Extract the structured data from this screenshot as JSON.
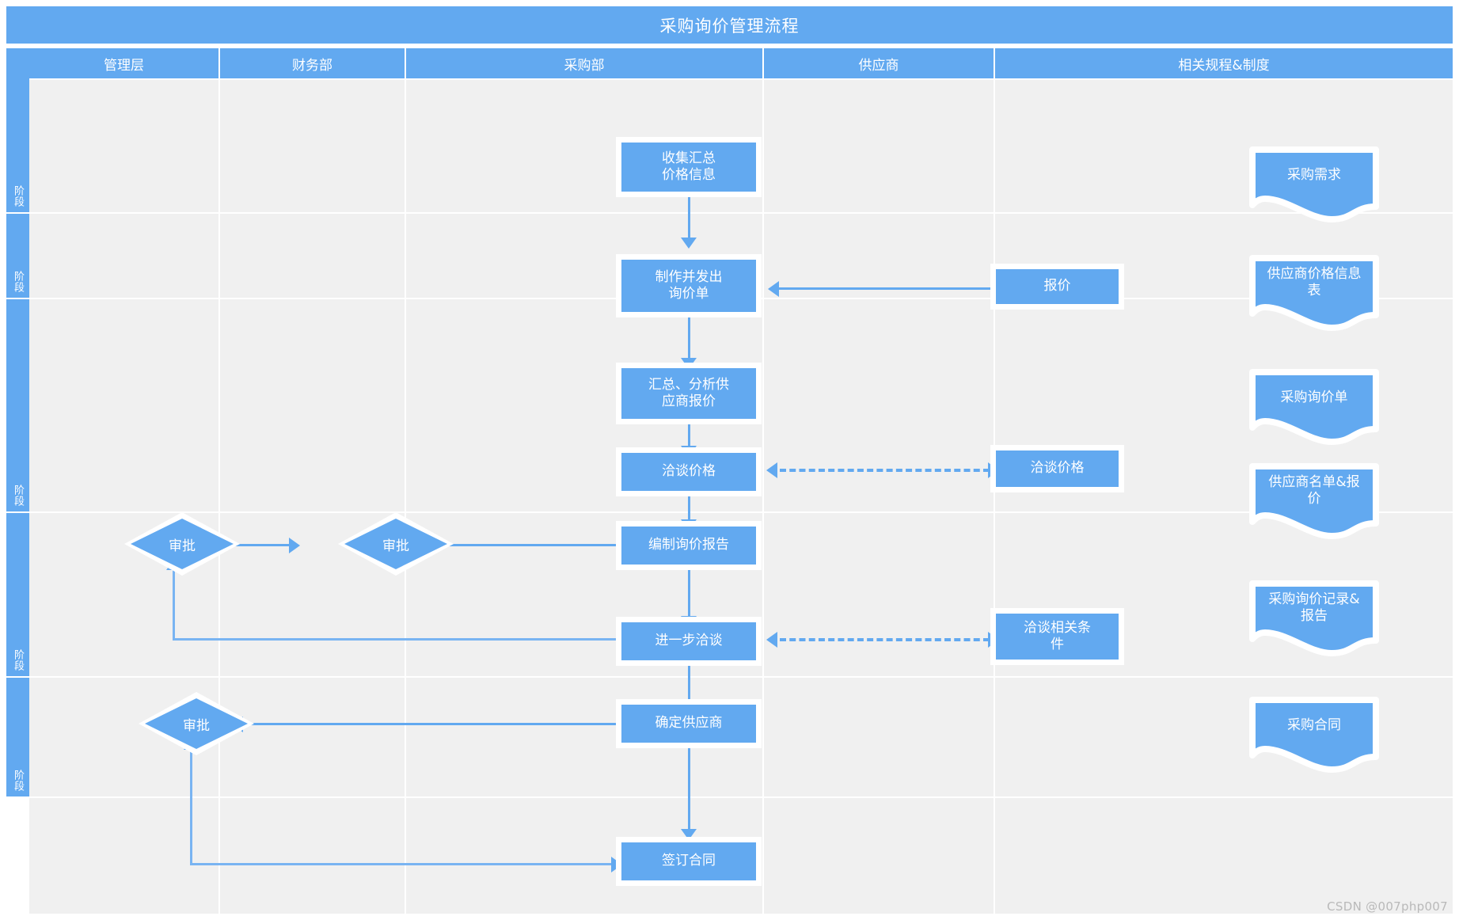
{
  "diagram": {
    "title": "采购询价管理流程",
    "watermark": "CSDN @007php007",
    "accent_color": "#62a9f0",
    "lane_color": "#f0f0f0",
    "page_color": "#ffffff"
  },
  "columns": [
    {
      "key": "management",
      "label": "管理层"
    },
    {
      "key": "finance",
      "label": "财务部"
    },
    {
      "key": "purchasing",
      "label": "采购部"
    },
    {
      "key": "supplier",
      "label": "供应商"
    },
    {
      "key": "documents",
      "label": "相关规程&制度"
    }
  ],
  "stages": [
    {
      "label": "阶段"
    },
    {
      "label": "阶段"
    },
    {
      "label": "阶段"
    },
    {
      "label": "阶段"
    },
    {
      "label": "阶段"
    }
  ],
  "nodes": {
    "collect_price_info": "收集汇总\n价格信息",
    "make_send_inquiry": "制作并发出\n询价单",
    "summarize_analyze": "汇总、分析供\n应商报价",
    "negotiate_price": "洽谈价格",
    "compile_report": "编制询价报告",
    "further_negotiation": "进一步洽谈",
    "confirm_supplier": "确定供应商",
    "sign_contract": "签订合同",
    "supplier_quote": "报价",
    "supplier_negotiate": "洽谈价格",
    "supplier_terms": "洽谈相关条\n件",
    "approval_mgmt_1": "审批",
    "approval_finance_1": "审批",
    "approval_mgmt_2": "审批"
  },
  "documents": [
    {
      "key": "purchase_demand",
      "label": "采购需求"
    },
    {
      "key": "supplier_price",
      "label": "供应商价格信息\n表"
    },
    {
      "key": "inquiry_form",
      "label": "采购询价单"
    },
    {
      "key": "supplier_list",
      "label": "供应商名单&报\n价"
    },
    {
      "key": "inquiry_record",
      "label": "采购询价记录&\n报告"
    },
    {
      "key": "purchase_contract",
      "label": "采购合同"
    }
  ]
}
